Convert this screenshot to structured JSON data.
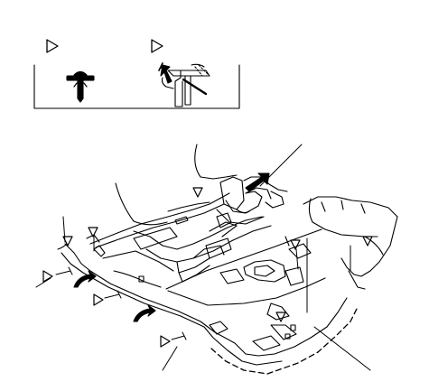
{
  "legend": {
    "items": [
      {
        "marker": "triangle-outline",
        "icon": "push-clip-icon"
      },
      {
        "marker": "triangle-outline",
        "icon": "clip-removal-tool-icon"
      }
    ]
  },
  "illustration": {
    "subject": "floor-carpet-assembly",
    "callout_markers": "triangle-outline",
    "removal_arrows": "curved-solid"
  },
  "colors": {
    "line": "#000000",
    "background": "#ffffff"
  }
}
